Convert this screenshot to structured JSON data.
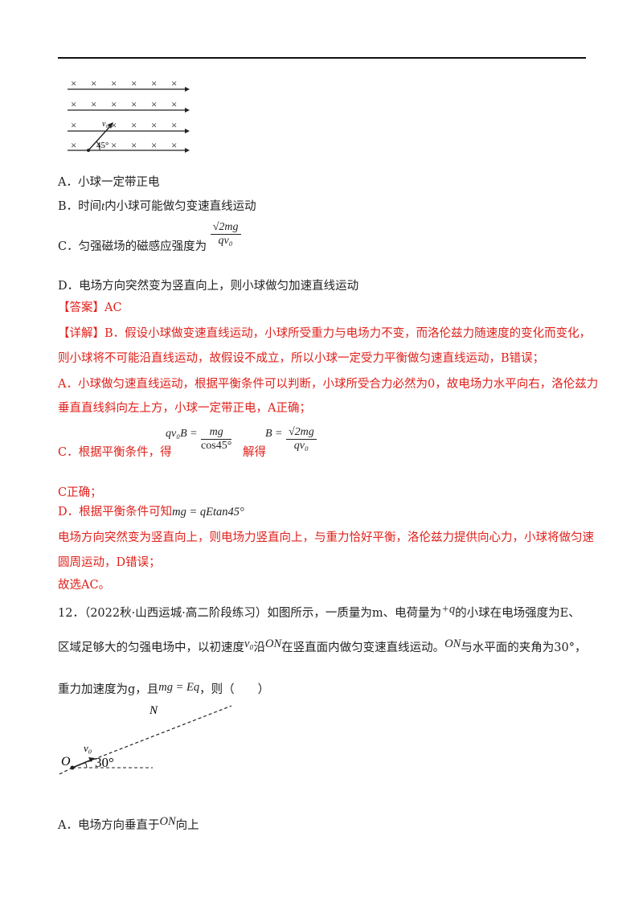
{
  "figure1": {
    "v_label": "v₀",
    "angle_label": "45°",
    "cross": "×"
  },
  "options1": {
    "A": "A．小球一定带正电",
    "B_pre": "B．时间",
    "B_var": "t",
    "B_post": "内小球可能做匀变速直线运动",
    "C_pre": "C．匀强磁场的磁感应强度为",
    "C_num": "√2mg",
    "C_den": "qv₀",
    "D": "D．电场方向突然变为竖直向上，则小球做匀加速直线运动"
  },
  "answer": {
    "label": "【答案】AC",
    "detail_1": "【详解】B．假设小球做变速直线运动，小球所受重力与电场力不变，而洛伦兹力随速度的变化而变化，",
    "detail_2": "则小球将不可能沿直线运动，故假设不成立，所以小球一定受力平衡做匀速直线运动，B错误；",
    "detail_3": "A．小球做匀速直线运动，根据平衡条件可以判断，小球所受合力必然为0，故电场力水平向右，洛伦兹力",
    "detail_4": "垂直直线斜向左上方，小球一定带正电，A正确；",
    "detail_5_pre": "C．根据平衡条件，得",
    "eq1_left": "qv₀B =",
    "eq1_num": "mg",
    "eq1_den": "cos45°",
    "detail_5_mid": "解得",
    "eq2_left": "B =",
    "eq2_num": "√2mg",
    "eq2_den": "qv₀",
    "detail_6": "C正确；",
    "detail_7_pre": "D．根据平衡条件可知",
    "eq3": "mg = qEtan45°",
    "detail_8": "电场方向突然变为竖直向上，则电场力竖直向上，与重力恰好平衡，洛伦兹力提供向心力，小球将做匀速",
    "detail_9": "圆周运动，D错误；",
    "detail_10": "故选AC。"
  },
  "question12": {
    "line1_pre": "12．（2022秋·山西运城·高二阶段练习）如图所示，一质量为m、电荷量为",
    "line1_charge": "+q",
    "line1_post": "的小球在电场强度为E、",
    "line2_pre": "区域足够大的匀强电场中，以初速度",
    "line2_v": "v₀",
    "line2_mid": "沿",
    "line2_on": "ON",
    "line2_post": "在竖直面内做匀变速直线运动。",
    "line2_on2": "ON",
    "line2_end": "与水平面的夹角为30°，",
    "line3_pre": "重力加速度为g，且",
    "line3_eq": "mg = Eq",
    "line3_post": "，则（　　）"
  },
  "figure2": {
    "N_label": "N",
    "O_label": "O",
    "v_label": "v₀",
    "angle_label": "30°"
  },
  "option12A": {
    "pre": "A．电场方向垂直于",
    "on": "ON",
    "post": "向上"
  }
}
